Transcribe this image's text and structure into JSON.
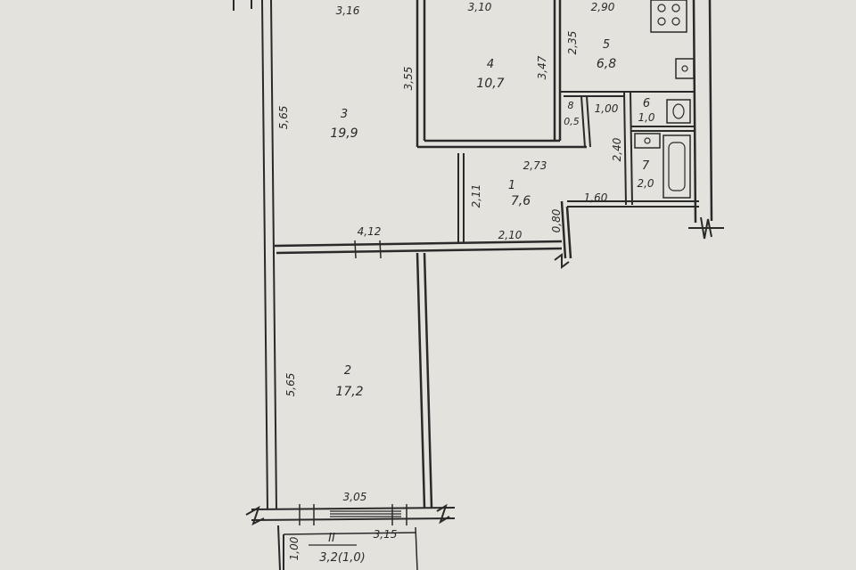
{
  "colors": {
    "paper": "#e4e2dc",
    "ink": "#2a2a2a"
  },
  "rooms": {
    "room1": {
      "number": "1",
      "area": "7,6"
    },
    "room2": {
      "number": "2",
      "area": "17,2"
    },
    "room3": {
      "number": "3",
      "area": "19,9"
    },
    "room4": {
      "number": "4",
      "area": "10,7"
    },
    "room5": {
      "number": "5",
      "area": "6,8"
    },
    "room6": {
      "number": "6",
      "area": "1,0"
    },
    "room7": {
      "number": "7",
      "area": "2,0"
    },
    "room8": {
      "number": "8",
      "area": "0,5"
    },
    "balcony": {
      "number": "II",
      "area": "3,2(1,0)"
    }
  },
  "dimensions": {
    "room3_top": "3,16",
    "room4_top": "3,10",
    "room5_top": "2,90",
    "room5_left": "2,35",
    "room4_left": "3,55",
    "room4_right": "3,47",
    "room3_left": "5,65",
    "room6_7_top": "1,00",
    "room7_left": "2,40",
    "room1_top": "2,73",
    "room1_left": "2,11",
    "hall_step": "1,60",
    "hall_right": "0,80",
    "room3_bottom": "4,12",
    "room1_bottom": "2,10",
    "room2_left": "5,65",
    "room2_bottom": "3,05",
    "balcony_side": "1,00",
    "balcony_width": "3,15"
  }
}
